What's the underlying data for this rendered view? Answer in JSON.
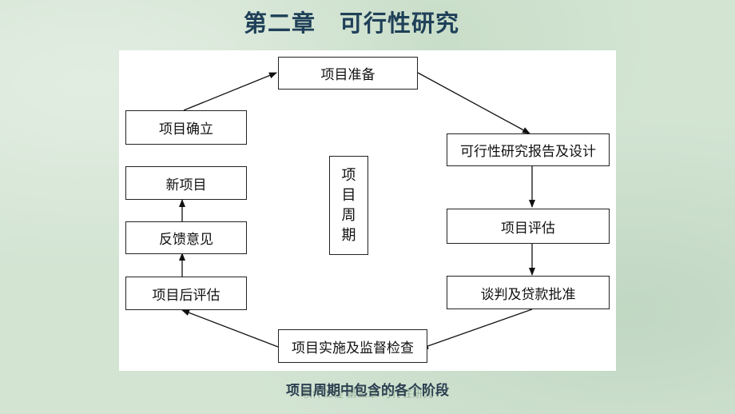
{
  "slide": {
    "title": "第二章　可行性研究",
    "caption": "项目周期中包含的各个阶段",
    "watermark": "软件工程 第三章 可行性研究"
  },
  "diagram": {
    "nodes": {
      "prep": "项目准备",
      "confirm": "项目确立",
      "feasibility": "可行性研究报告及设计",
      "new_project": "新项目",
      "assessment": "项目评估",
      "feedback": "反馈意见",
      "negotiation": "谈判及贷款批准",
      "post_eval": "项目后评估",
      "implementation": "项目实施及监督检查"
    },
    "center_label": [
      "项",
      "目",
      "周",
      "期"
    ]
  }
}
